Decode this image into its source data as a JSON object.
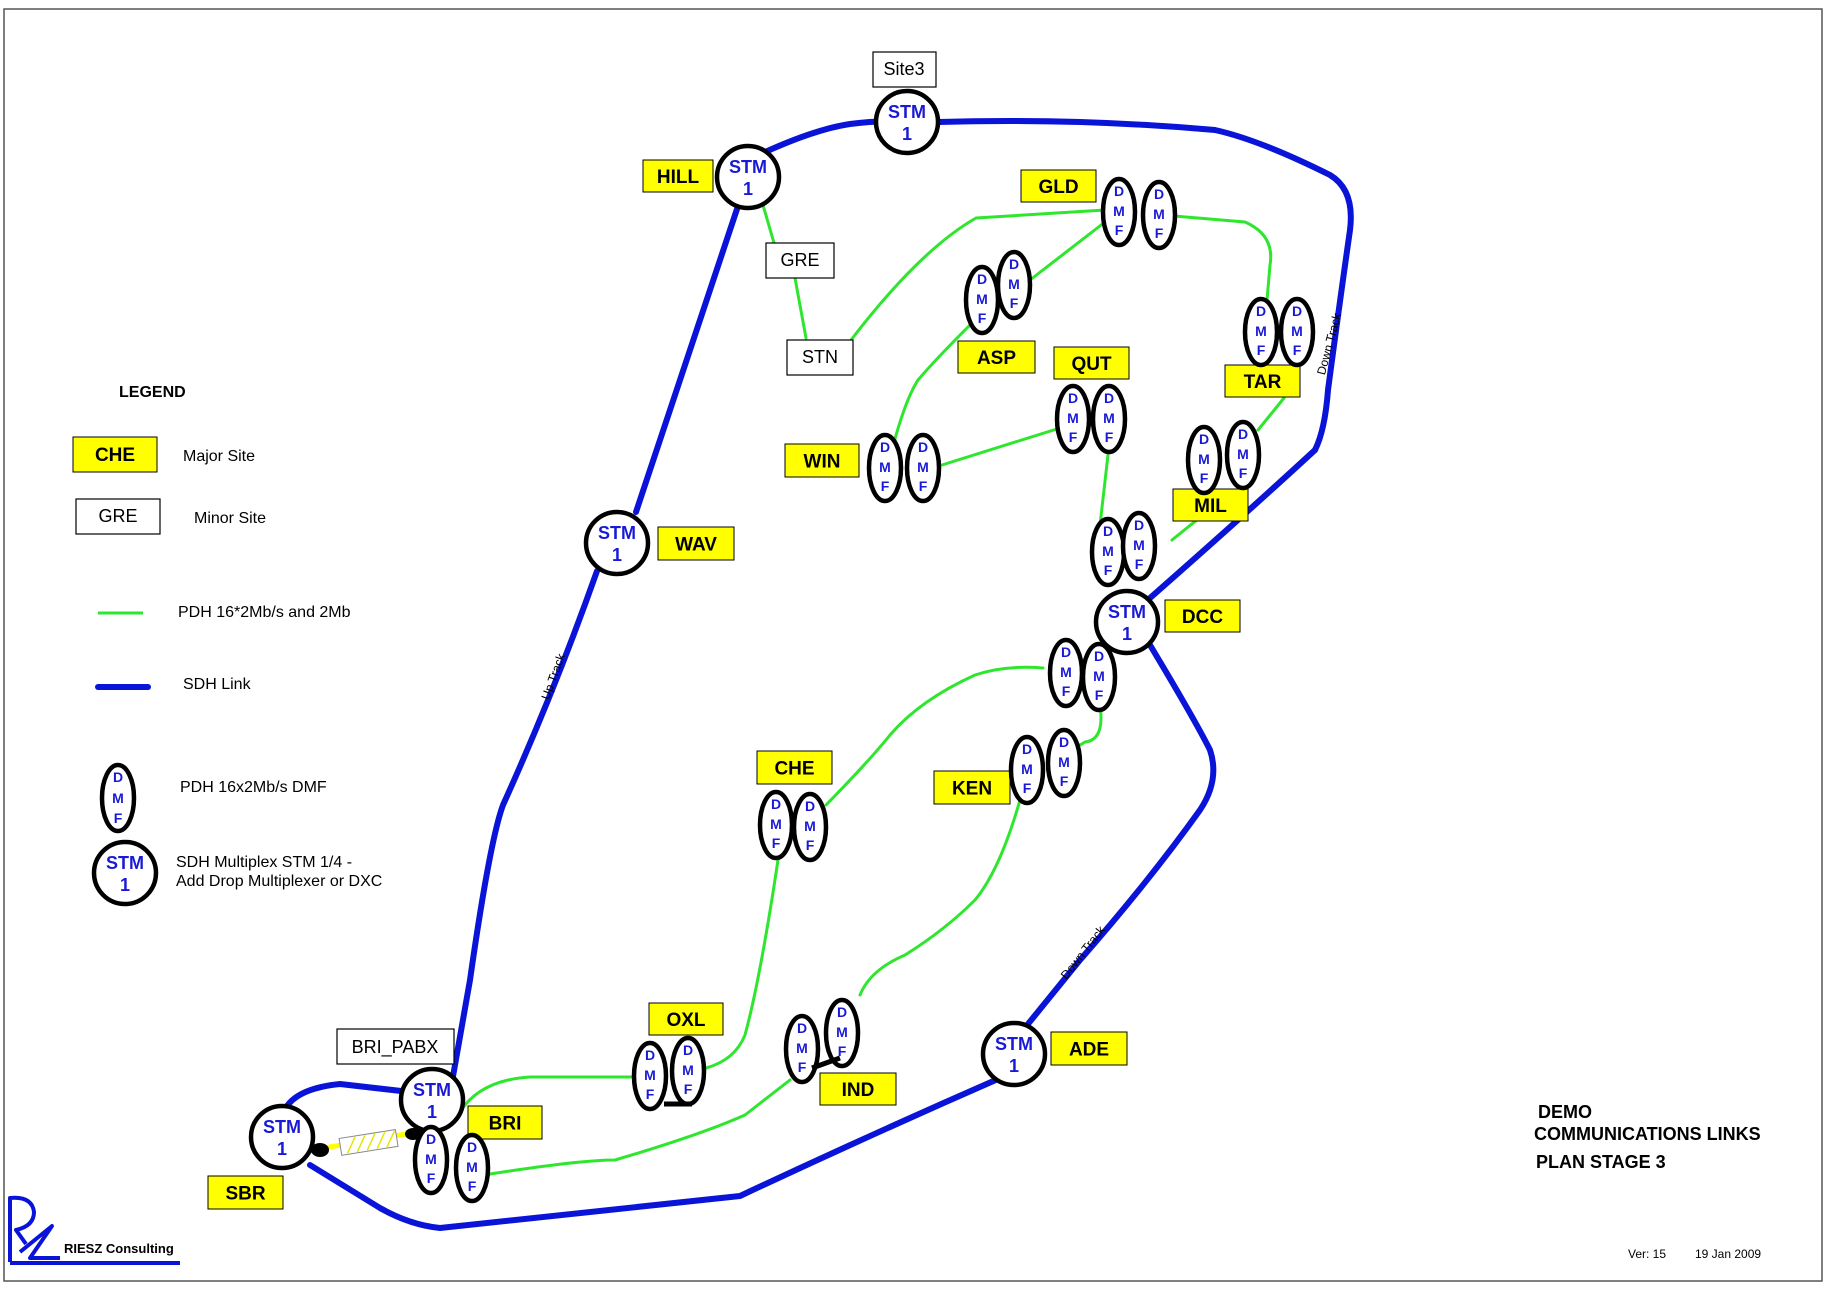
{
  "colors": {
    "sdh_link": "#0a14d8",
    "pdh_link": "#2ee62e",
    "major_site_fill": "#ffff00",
    "node_text": "#1a1ad6",
    "black": "#000000"
  },
  "legend": {
    "title": "LEGEND",
    "major_site_sample": "CHE",
    "major_site_text": "Major Site",
    "minor_site_sample": "GRE",
    "minor_site_text": "Minor Site",
    "pdh_text": "PDH 16*2Mb/s and 2Mb",
    "sdh_text": "SDH Link",
    "dmf_text": "PDH 16x2Mb/s DMF",
    "stm_text_1": "SDH Multiplex STM 1/4 -",
    "stm_text_2": "Add Drop Multiplexer or DXC"
  },
  "node_text": {
    "stm_line1": "STM",
    "stm_line2": "1",
    "dmf_d": "D",
    "dmf_m": "M",
    "dmf_f": "F"
  },
  "major_sites": [
    "HILL",
    "GLD",
    "ASP",
    "QUT",
    "TAR",
    "WIN",
    "MIL",
    "WAV",
    "DCC",
    "CHE",
    "KEN",
    "OXL",
    "IND",
    "ADE",
    "BRI",
    "SBR"
  ],
  "minor_sites": [
    "Site3",
    "GRE",
    "STN",
    "BRI_PABX"
  ],
  "track_labels": {
    "up_track": "Up Track",
    "down_track_upper": "Down Track",
    "down_track_lower": "Down Track"
  },
  "title_block": {
    "line1": "DEMO",
    "line2": "COMMUNICATIONS LINKS",
    "line3": "PLAN STAGE 3",
    "version": "Ver: 15",
    "date": "19 Jan 2009"
  },
  "logo": {
    "text": "RIESZ Consulting"
  }
}
